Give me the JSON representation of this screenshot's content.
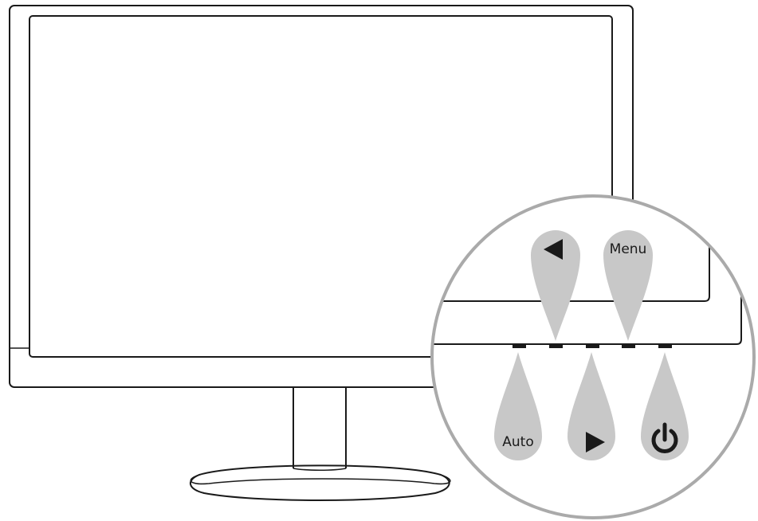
{
  "buttons": [
    {
      "id": "left",
      "label": "",
      "icon": "left-triangle-icon",
      "row": "upper"
    },
    {
      "id": "menu",
      "label": "Menu",
      "icon": "",
      "row": "upper"
    },
    {
      "id": "auto",
      "label": "Auto",
      "icon": "",
      "row": "lower"
    },
    {
      "id": "right",
      "label": "",
      "icon": "right-triangle-icon",
      "row": "lower"
    },
    {
      "id": "power",
      "label": "",
      "icon": "power-icon",
      "row": "lower"
    }
  ],
  "colors": {
    "line": "#1a1a1a",
    "callout_fill": "#c8c8c8",
    "magnifier_ring": "#aaaaaa",
    "background": "#ffffff"
  }
}
